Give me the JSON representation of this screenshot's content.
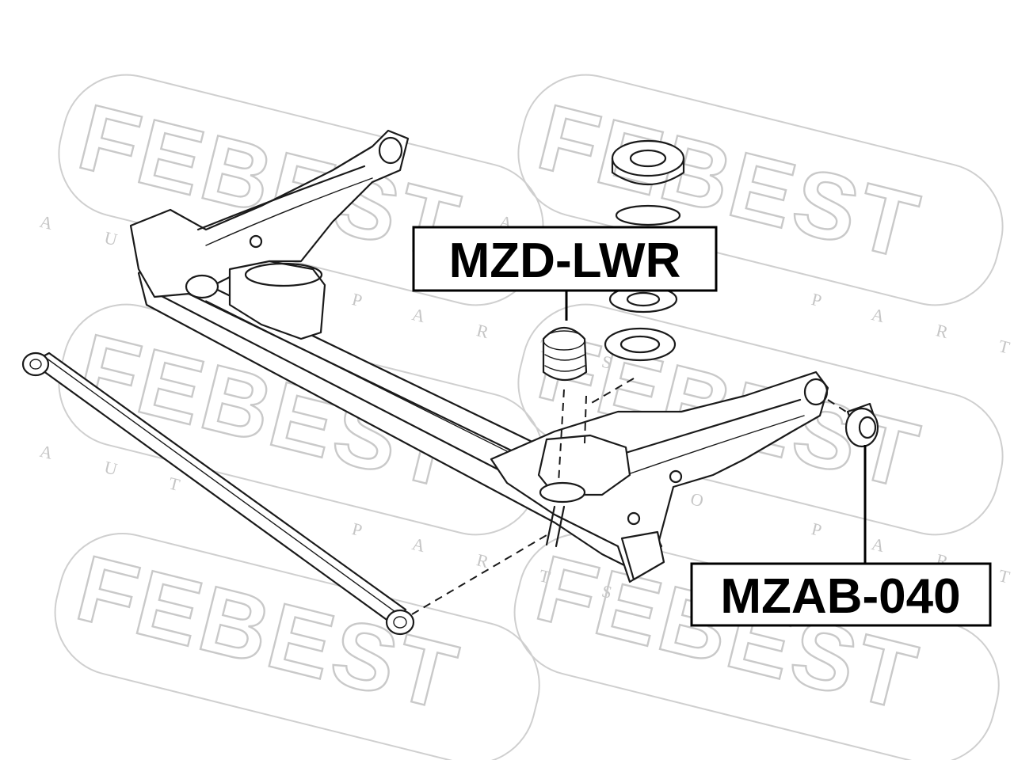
{
  "watermark": {
    "brand": "FEBEST",
    "subtitle": "AUTO PARTS"
  },
  "callouts": {
    "upper_part_number": "MZD-LWR",
    "lower_part_number": "MZAB-040"
  }
}
